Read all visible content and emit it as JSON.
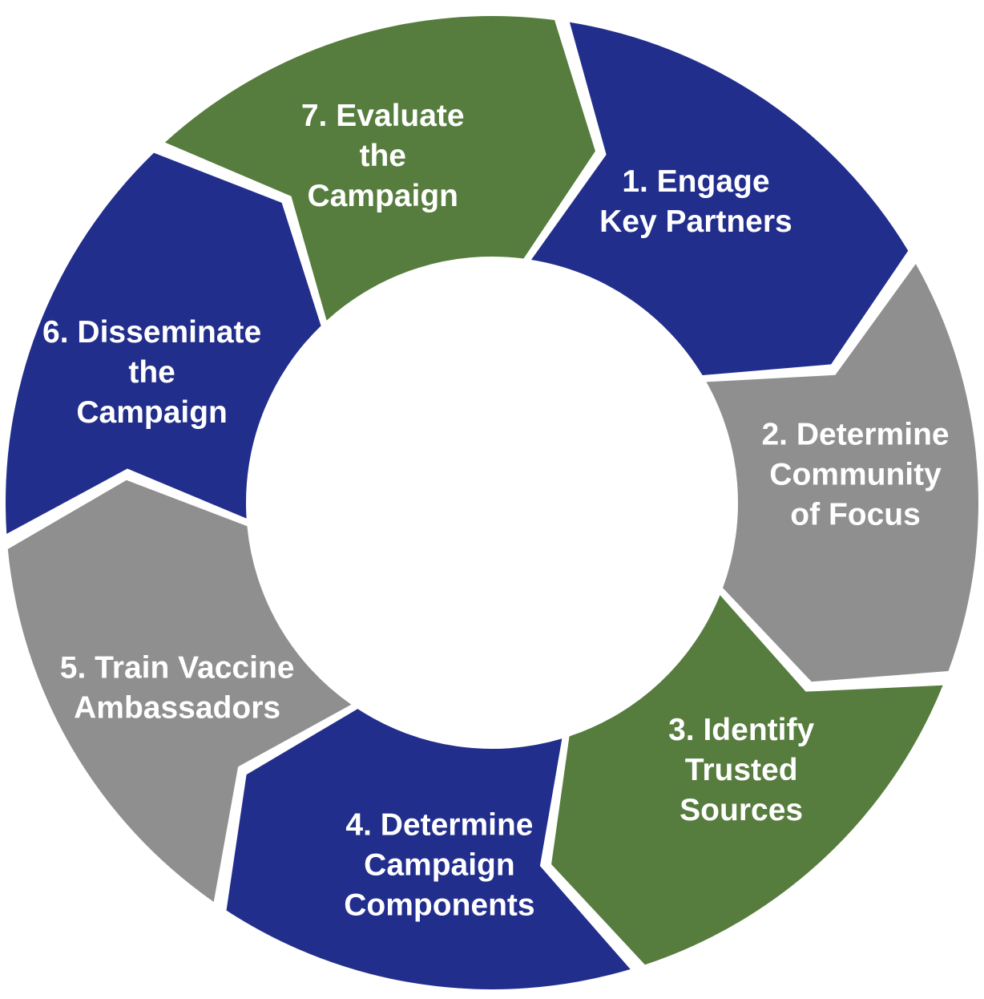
{
  "diagram": {
    "name": "campaign-cycle-diagram",
    "type": "cycle",
    "background_color": "#ffffff",
    "text_color": "#ffffff",
    "colors": {
      "blue": "#222e8c",
      "gray": "#8f8f8f",
      "green": "#567c3e"
    },
    "segments": [
      {
        "step": 1,
        "label": "1. Engage Key Partners",
        "label_lines": [
          "1. Engage",
          "Key Partners"
        ],
        "color": "#222e8c",
        "color_name": "blue"
      },
      {
        "step": 2,
        "label": "2. Determine Community of Focus",
        "label_lines": [
          "2. Determine",
          "Community",
          "of Focus"
        ],
        "color": "#8f8f8f",
        "color_name": "gray"
      },
      {
        "step": 3,
        "label": "3. Identify Trusted Sources",
        "label_lines": [
          "3. Identify",
          "Trusted",
          "Sources"
        ],
        "color": "#567c3e",
        "color_name": "green"
      },
      {
        "step": 4,
        "label": "4. Determine Campaign Components",
        "label_lines": [
          "4. Determine",
          "Campaign",
          "Components"
        ],
        "color": "#222e8c",
        "color_name": "blue"
      },
      {
        "step": 5,
        "label": "5. Train Vaccine Ambassadors",
        "label_lines": [
          "5. Train Vaccine",
          "Ambassadors"
        ],
        "color": "#8f8f8f",
        "color_name": "gray"
      },
      {
        "step": 6,
        "label": "6. Disseminate the Campaign",
        "label_lines": [
          "6. Disseminate",
          "the",
          "Campaign"
        ],
        "color": "#222e8c",
        "color_name": "blue"
      },
      {
        "step": 7,
        "label": "7. Evaluate the Campaign",
        "label_lines": [
          "7. Evaluate",
          "the",
          "Campaign"
        ],
        "color": "#567c3e",
        "color_name": "green"
      }
    ]
  }
}
